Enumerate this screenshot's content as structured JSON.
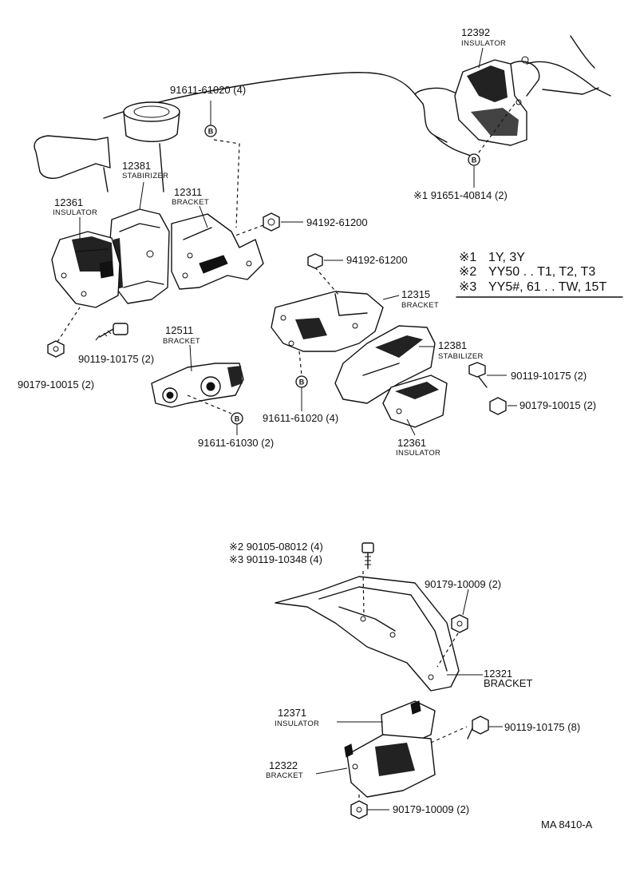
{
  "labels": {
    "n12392": {
      "num": "12392",
      "name": "INSULATOR"
    },
    "p91611_61020_top": "91611-61020 (4)",
    "p91651_40814": "※1 91651-40814 (2)",
    "n12381_top": {
      "num": "12381",
      "name": "STABIRIZER"
    },
    "n12311": {
      "num": "12311",
      "name": "BRACKET"
    },
    "n12361_top": {
      "num": "12361",
      "name": "INSULATOR"
    },
    "p94192_61200_top": "94192-61200",
    "p94192_61200_mid": "94192-61200",
    "n12315": {
      "num": "12315",
      "name": "BRACKET"
    },
    "n12381_mid": {
      "num": "12381",
      "name": "STABILIZER"
    },
    "p90119_10175_left": "90119-10175 (2)",
    "p90179_10015_left": "90179-10015 (2)",
    "n12511": {
      "num": "12511",
      "name": "BRACKET"
    },
    "p91611_61030": "91611-61030 (2)",
    "p91611_61020_mid": "91611-61020 (4)",
    "p90119_10175_right": "90119-10175 (2)",
    "p90179_10015_right": "90179-10015 (2)",
    "n12361_mid": {
      "num": "12361",
      "name": "INSULATOR"
    },
    "p90105_08012": "※2 90105-08012 (4)",
    "p90119_10348": "※3 90119-10348 (4)",
    "p90179_10009_top": "90179-10009 (2)",
    "n12321": {
      "num": "12321",
      "name": "BRACKET"
    },
    "n12371": {
      "num": "12371",
      "name": "INSULATOR"
    },
    "p90119_10175_bottom": "90119-10175 (8)",
    "n12322": {
      "num": "12322",
      "name": "BRACKET"
    },
    "p90179_10009_bottom": "90179-10009 (2)",
    "figure_id": "MA  8410-A"
  },
  "legend": [
    {
      "mark": "※1",
      "text": "1Y, 3Y"
    },
    {
      "mark": "※2",
      "text": "YY50 . . T1, T2, T3"
    },
    {
      "mark": "※3",
      "text": "YY5#, 61 . . TW, 15T"
    }
  ],
  "callout_letter": "B"
}
